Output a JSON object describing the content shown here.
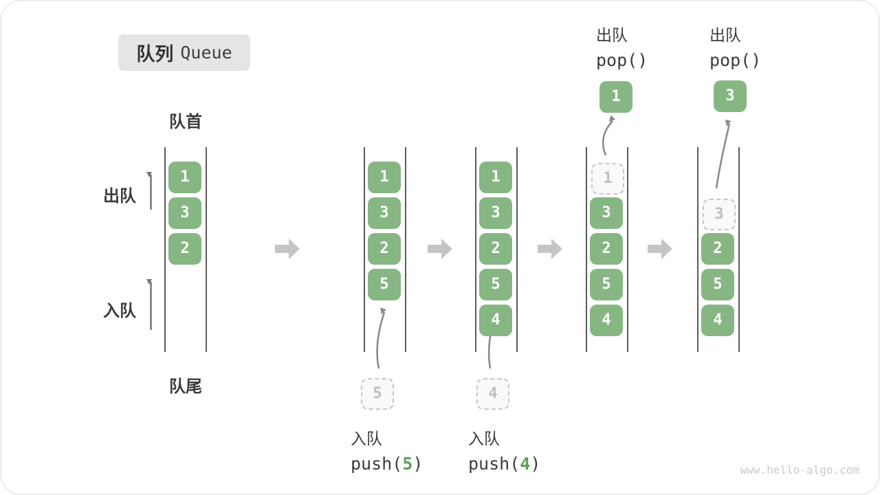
{
  "title": {
    "zh": "队列",
    "en": "Queue"
  },
  "side_labels": {
    "front": "队首",
    "rear": "队尾",
    "dequeue": "出队",
    "enqueue": "入队"
  },
  "states": [
    {
      "boxes": [
        "1",
        "3",
        "2"
      ]
    },
    {
      "boxes": [
        "1",
        "3",
        "2",
        "5"
      ],
      "incoming": "5"
    },
    {
      "boxes": [
        "1",
        "3",
        "2",
        "5",
        "4"
      ],
      "incoming": "4"
    },
    {
      "boxes": [
        "3",
        "2",
        "5",
        "4"
      ],
      "removed": "1",
      "popped": "1"
    },
    {
      "boxes": [
        "2",
        "5",
        "4"
      ],
      "removed": "3",
      "popped": "3"
    }
  ],
  "operations": {
    "push5": {
      "label": "入队",
      "fn": "push(",
      "arg": "5",
      "close": ")"
    },
    "push4": {
      "label": "入队",
      "fn": "push(",
      "arg": "4",
      "close": ")"
    },
    "pop1": {
      "label": "出队",
      "fn": "pop()"
    },
    "pop2": {
      "label": "出队",
      "fn": "pop()"
    }
  },
  "watermark": "www.hello-algo.com",
  "colors": {
    "element_green": "#86b783",
    "arg_green": "#5ea155",
    "text_dark": "#3b3b3b",
    "block_arrow_gray": "#c5c5c5",
    "thin_arrow_gray": "#8a8a8a",
    "dashed_gray": "#c6c6c6"
  }
}
